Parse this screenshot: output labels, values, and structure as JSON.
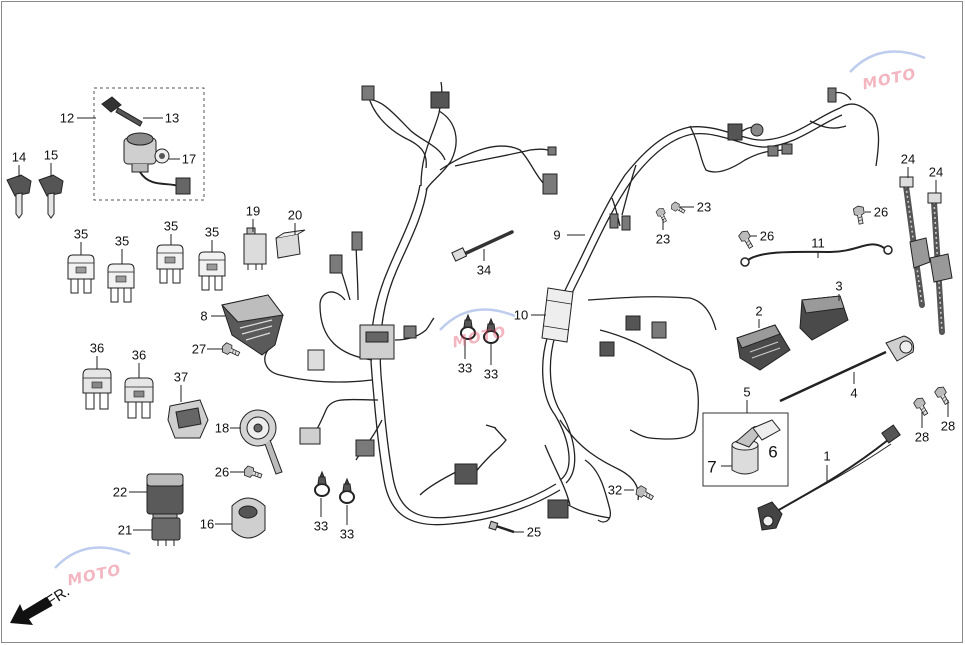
{
  "diagram": {
    "callouts": [
      "12",
      "13",
      "17",
      "14",
      "15",
      "35",
      "35",
      "35",
      "35",
      "19",
      "20",
      "8",
      "27",
      "36",
      "36",
      "37",
      "18",
      "26",
      "22",
      "21",
      "16",
      "34",
      "33",
      "33",
      "10",
      "33",
      "33",
      "9",
      "23",
      "23",
      "26",
      "26",
      "11",
      "24",
      "24",
      "3",
      "2",
      "4",
      "5",
      "6",
      "7",
      "28",
      "28",
      "1",
      "32",
      "25"
    ],
    "direction_label": "FR.",
    "watermark": "MOTO",
    "colors": {
      "line": "#222222",
      "watermark_text": "#e1465f",
      "watermark_swoosh": "#6f8fd6"
    }
  }
}
